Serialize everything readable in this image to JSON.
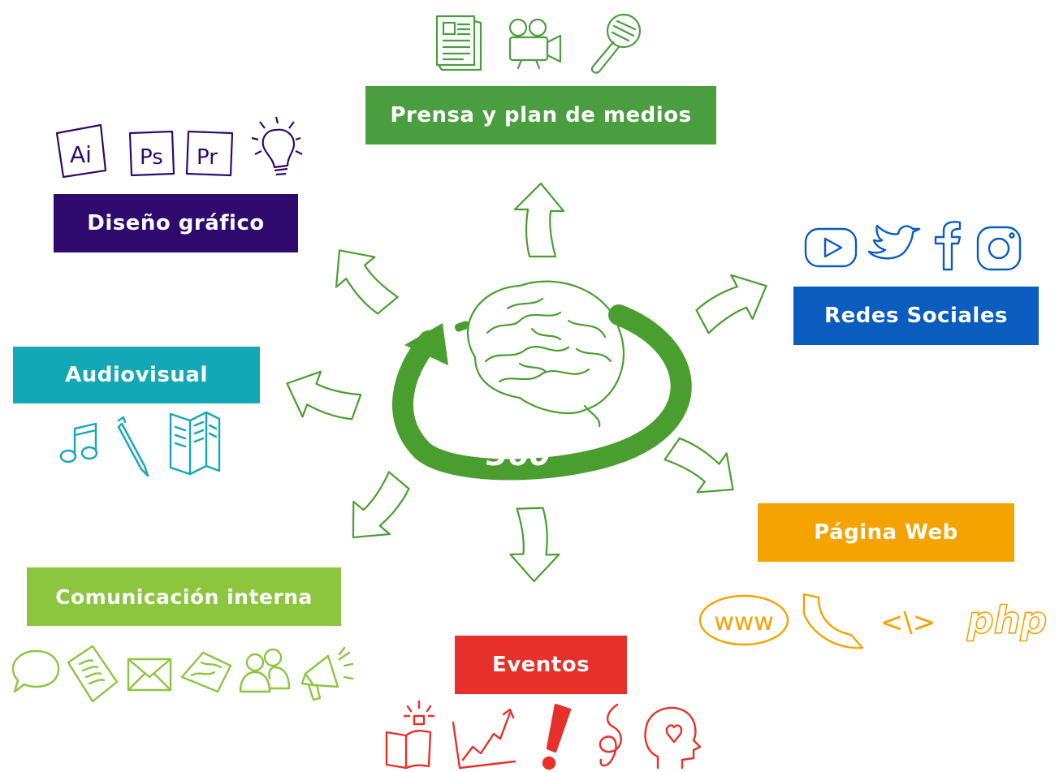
{
  "center": {
    "label": "360°",
    "icon": "brain-icon",
    "color": "#4a9e2f"
  },
  "categories": [
    {
      "key": "prensa",
      "label": "Prensa y plan de medios",
      "color": "#4a9e3f",
      "icons": [
        "newspaper-icon",
        "video-camera-icon",
        "microphone-icon"
      ]
    },
    {
      "key": "diseno",
      "label": "Diseño gráfico",
      "color": "#2e0a6e",
      "icons": [
        "illustrator-icon",
        "photoshop-icon",
        "premiere-icon",
        "lightbulb-icon"
      ]
    },
    {
      "key": "redes",
      "label": "Redes Sociales",
      "color": "#0a5cbf",
      "icons": [
        "youtube-icon",
        "twitter-icon",
        "facebook-icon",
        "instagram-icon"
      ]
    },
    {
      "key": "audio",
      "label": "Audiovisual",
      "color": "#13a8b5",
      "icons": [
        "music-note-icon",
        "pen-icon",
        "brochure-icon"
      ]
    },
    {
      "key": "pagina",
      "label": "Página Web",
      "color": "#f5a300",
      "icons": [
        "www-icon",
        "paper-icon",
        "code-icon",
        "php-icon"
      ]
    },
    {
      "key": "comun",
      "label": "Comunicación interna",
      "color": "#8cc63f",
      "icons": [
        "speech-bubble-icon",
        "document-icon",
        "envelope-icon",
        "map-icon",
        "people-icon",
        "megaphone-icon"
      ]
    },
    {
      "key": "eventos",
      "label": "Eventos",
      "color": "#e8302a",
      "icons": [
        "book-idea-icon",
        "chart-growth-icon",
        "exclamation-icon",
        "treble-clef-icon",
        "head-heart-icon"
      ]
    }
  ],
  "icon_text": {
    "illustrator": "Ai",
    "photoshop": "Ps",
    "premiere": "Pr",
    "www": "www",
    "code": "<\\>",
    "php": "php"
  }
}
